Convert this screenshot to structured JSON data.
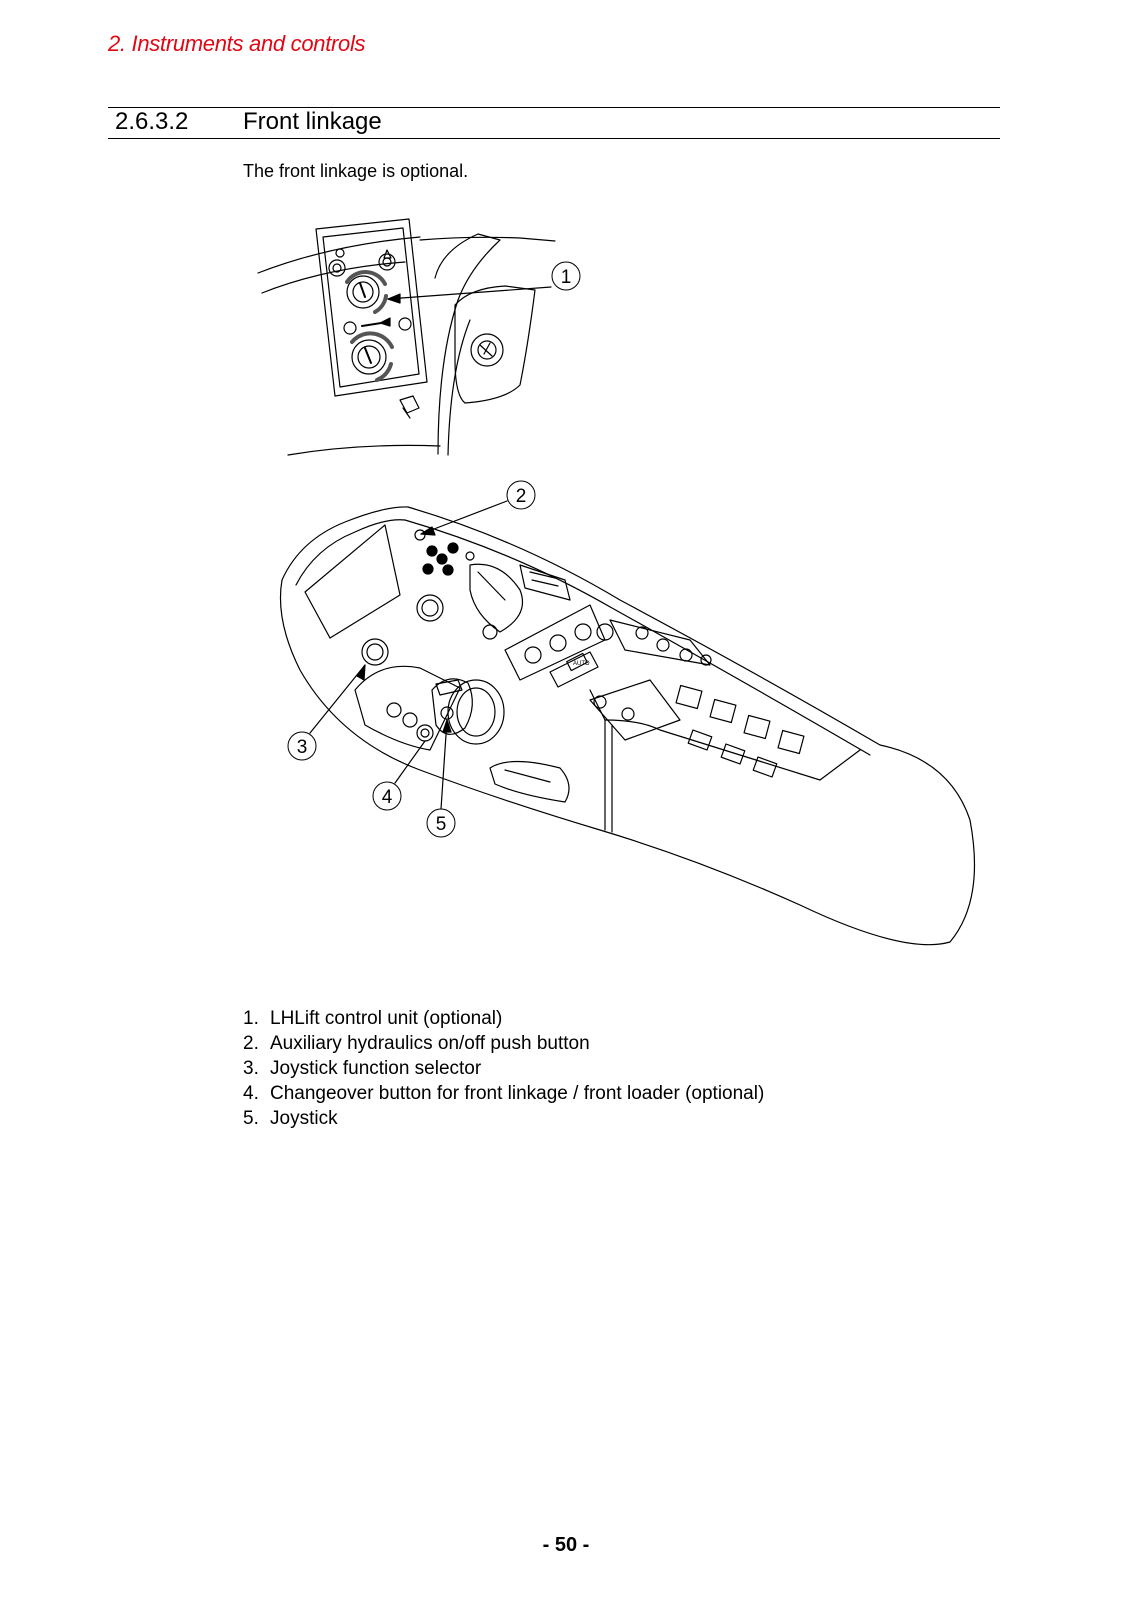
{
  "header": {
    "running_head": "2. Instruments and controls"
  },
  "section": {
    "number": "2.6.3.2",
    "title": "Front linkage"
  },
  "intro": "The front linkage is optional.",
  "figure": {
    "callouts": [
      "1",
      "2",
      "3",
      "4",
      "5"
    ],
    "panel_labels": {
      "auto": "AUTO"
    }
  },
  "legend": [
    {
      "num": "1.",
      "text": "LHLift control unit (optional)"
    },
    {
      "num": "2.",
      "text": "Auxiliary hydraulics on/off push button"
    },
    {
      "num": "3.",
      "text": "Joystick function selector"
    },
    {
      "num": "4.",
      "text": "Changeover button for front linkage / front loader (optional)"
    },
    {
      "num": "5.",
      "text": "Joystick"
    }
  ],
  "footer": {
    "page_number": "- 50 -"
  }
}
